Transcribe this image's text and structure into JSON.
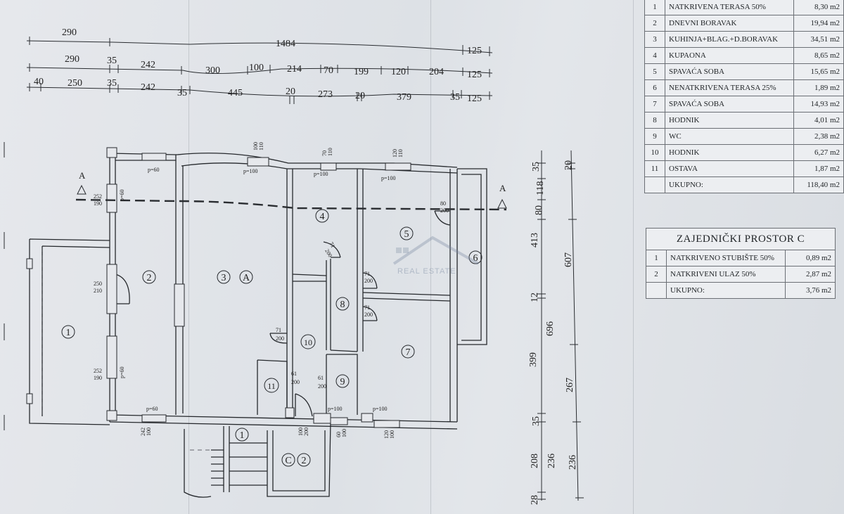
{
  "dimensions": {
    "top_overall": [
      "290",
      "1484",
      "125"
    ],
    "row2": [
      "290",
      "35",
      "242",
      "300",
      "100",
      "214",
      "70",
      "199",
      "120",
      "204",
      "125"
    ],
    "row3": [
      "40",
      "250",
      "35",
      "242",
      "35",
      "445",
      "20",
      "273",
      "20",
      "379",
      "35",
      "125"
    ],
    "right_inner": [
      "35",
      "118",
      "80",
      "413",
      "12",
      "399",
      "35",
      "208",
      "28"
    ],
    "right_outer": [
      "20",
      "607",
      "696",
      "267",
      "236",
      "236"
    ]
  },
  "section_marks": {
    "left": "A",
    "right": "A"
  },
  "rooms": [
    {
      "label": "1"
    },
    {
      "label": "2"
    },
    {
      "label": "3"
    },
    {
      "label": "4"
    },
    {
      "label": "5"
    },
    {
      "label": "6"
    },
    {
      "label": "7"
    },
    {
      "label": "8"
    },
    {
      "label": "9"
    },
    {
      "label": "10"
    },
    {
      "label": "11"
    }
  ],
  "zone_label": "A",
  "entrance": {
    "zone": "C",
    "unit": "2",
    "stair": "1"
  },
  "openings": {
    "win_252_190": [
      "252",
      "190"
    ],
    "win_p60": "p=60",
    "win_p100": "p=100",
    "door_250_210": [
      "250",
      "210"
    ],
    "door_71_200": [
      "71",
      "200"
    ],
    "door_61_200": [
      "61",
      "200"
    ],
    "door_80_200": [
      "80",
      "200"
    ],
    "door_100_200": [
      "100",
      "200"
    ],
    "win_100_110": [
      "100",
      "110"
    ],
    "win_70_110": [
      "70",
      "110"
    ],
    "win_120_110": [
      "120",
      "110"
    ],
    "win_60_100": [
      "60",
      "100"
    ],
    "win_120_100": [
      "120",
      "100"
    ],
    "win_242_100": [
      "242",
      "100"
    ]
  },
  "area_table": {
    "rows": [
      {
        "n": "1",
        "name": "NATKRIVENA TERASA 50%",
        "area": "8,30 m2"
      },
      {
        "n": "2",
        "name": "DNEVNI BORAVAK",
        "area": "19,94 m2"
      },
      {
        "n": "3",
        "name": "KUHINJA+BLAG.+D.BORAVAK",
        "area": "34,51 m2"
      },
      {
        "n": "4",
        "name": "KUPAONA",
        "area": "8,65 m2"
      },
      {
        "n": "5",
        "name": "SPAVAĆA SOBA",
        "area": "15,65 m2"
      },
      {
        "n": "6",
        "name": "NENATKRIVENA TERASA 25%",
        "area": "1,89 m2"
      },
      {
        "n": "7",
        "name": "SPAVAĆA SOBA",
        "area": "14,93 m2"
      },
      {
        "n": "8",
        "name": "HODNIK",
        "area": "4,01 m2"
      },
      {
        "n": "9",
        "name": "WC",
        "area": "2,38 m2"
      },
      {
        "n": "10",
        "name": "HODNIK",
        "area": "6,27 m2"
      },
      {
        "n": "11",
        "name": "OSTAVA",
        "area": "1,87 m2"
      }
    ],
    "total_label": "UKUPNO:",
    "total_area": "118,40 m2"
  },
  "common_table": {
    "title": "ZAJEDNIČKI PROSTOR C",
    "rows": [
      {
        "n": "1",
        "name": "NATKRIVENO STUBIŠTE 50%",
        "area": "0,89 m2"
      },
      {
        "n": "2",
        "name": "NATKRIVENI ULAZ 50%",
        "area": "2,87 m2"
      }
    ],
    "total_label": "UKUPNO:",
    "total_area": "3,76 m2"
  },
  "watermark": "REAL ESTATE"
}
